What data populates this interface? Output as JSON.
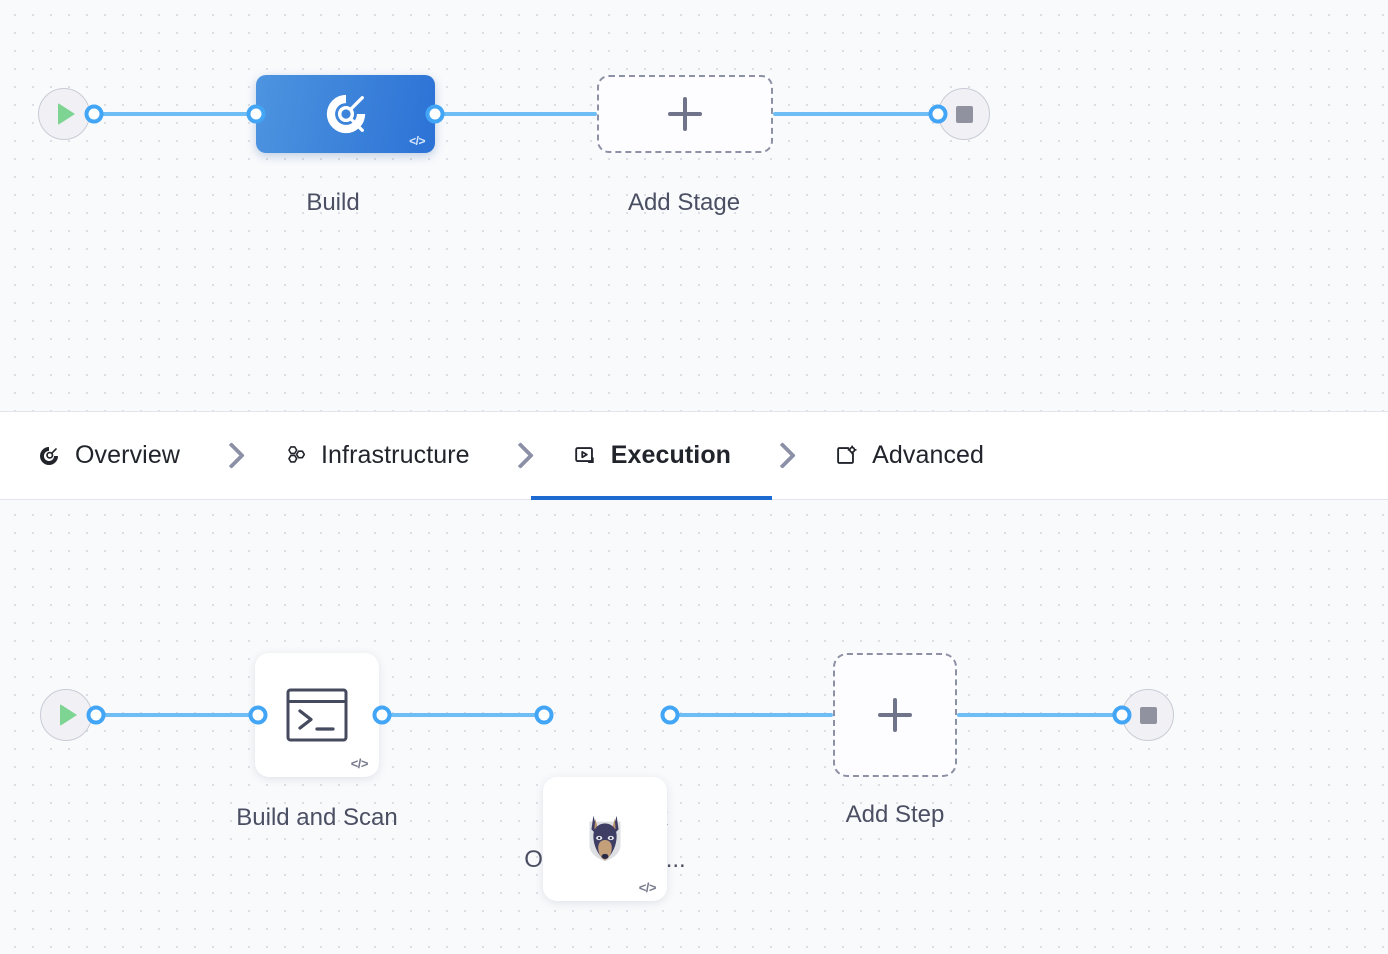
{
  "stage_graph": {
    "start_node": {
      "name": "start",
      "icon": "play-icon"
    },
    "end_node": {
      "name": "end",
      "icon": "stop-icon"
    },
    "stages": [
      {
        "label": "Build",
        "icon": "ci-build-icon",
        "badge": "</>",
        "selected": true
      }
    ],
    "add_stage": {
      "label": "Add Stage",
      "icon": "plus-icon"
    }
  },
  "tabs": {
    "separator_icon": "chevron-right-icon",
    "items": [
      {
        "label": "Overview",
        "icon": "overview-icon",
        "active": false
      },
      {
        "label": "Infrastructure",
        "icon": "infrastructure-icon",
        "active": false
      },
      {
        "label": "Execution",
        "icon": "execution-icon",
        "active": true
      },
      {
        "label": "Advanced",
        "icon": "advanced-icon",
        "active": false
      }
    ]
  },
  "step_graph": {
    "start_node": {
      "name": "start",
      "icon": "play-icon"
    },
    "end_node": {
      "name": "end",
      "icon": "stop-icon"
    },
    "steps": [
      {
        "label": "Build and Scan",
        "icon": "terminal-icon",
        "badge": "</>"
      },
      {
        "label": "Ingest Snyk\nOpen Source...",
        "icon": "snyk-doberman-icon",
        "badge": "</>"
      }
    ],
    "add_step": {
      "label": "Add Step",
      "icon": "plus-icon"
    }
  },
  "colors": {
    "canvas_bg": "#f9fafc",
    "grid_dot": "#dcdee6",
    "connector": "#6fbdf5",
    "port_ring": "#42a5f5",
    "stage_selected_from": "#4d94e0",
    "stage_selected_to": "#2c72d6",
    "active_tab_underline": "#1d6ad1",
    "dashed_border": "#8d91a5",
    "label_text": "#4b4f63",
    "play_green": "#7ed492",
    "stop_gray": "#90939f"
  }
}
